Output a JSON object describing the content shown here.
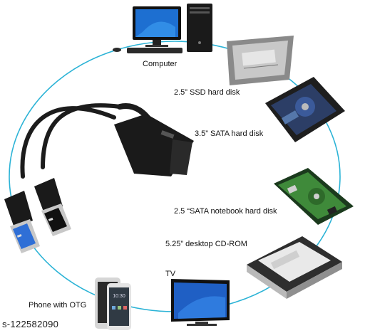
{
  "labels": {
    "computer": "Computer",
    "ssd": "2.5” SSD hard disk",
    "sata35": "3.5” SATA hard disk",
    "notebook": "2.5 “SATA notebook hard disk",
    "cdrom": "5.25” desktop CD-ROM",
    "tv": "TV",
    "phone": "Phone with OTG"
  },
  "watermark": "s-122582090",
  "colors": {
    "ring": "#2bb3d6",
    "cable": "#1c1c1c",
    "usb_blue": "#2f6fd6",
    "pcb_green": "#3f8a3a"
  }
}
